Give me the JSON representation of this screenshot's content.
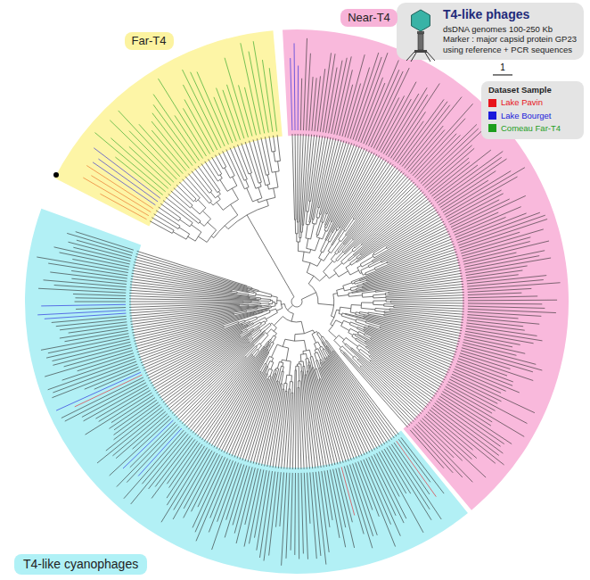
{
  "diagram": {
    "nodes": [
      {
        "text": [
          "T4-like phages",
          "dsDNA genomes 100-250 Kb",
          "Marker : major capsid protein GP23 using reference + PCR sequences"
        ]
      },
      {
        "text": [
          "Near-T4"
        ]
      },
      {
        "text": [
          "Far-T4"
        ]
      },
      {
        "text": [
          "Dataset Sample"
        ]
      },
      {
        "text": [
          "T4-like cyanophages"
        ]
      }
    ],
    "labels": [
      "1"
    ],
    "legend": [
      {
        "text": "Lake Pavin",
        "color": "#e8141b"
      },
      {
        "text": "Lake Bourget",
        "color": "#1a1adb"
      },
      {
        "text": "Comeau Far-T4",
        "color": "#1d9e1d"
      }
    ]
  }
}
